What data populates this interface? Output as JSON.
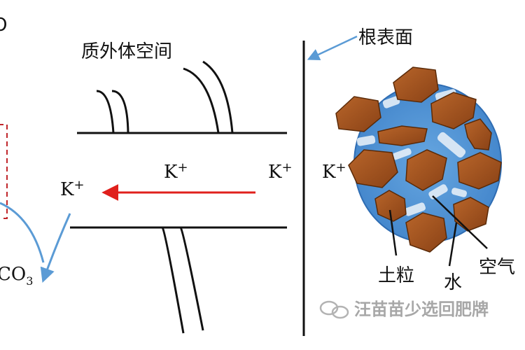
{
  "labels": {
    "apoplast": "质外体空间",
    "root_surface": "根表面",
    "k_left": "K",
    "k_mid": "K",
    "k_wall": "K",
    "k_soil": "K",
    "plus": "+",
    "co_partial": "CO",
    "co_sub": "3",
    "soil_particle": "土粒",
    "water": "水",
    "air": "空气",
    "partial_circle_glyph": "O"
  },
  "watermark": "汪苗苗少选回肥牌",
  "colors": {
    "arrow_red": "#e0201c",
    "arrow_blue": "#5b9bd5",
    "dash_red": "#c0262b",
    "soil_blue": "#5597d5",
    "soil_blue_edge": "#2f6db3",
    "particle": "#a0521d",
    "particle_edge": "#5a2a08",
    "air_patch": "#e4eef8",
    "line_black": "#111111"
  }
}
